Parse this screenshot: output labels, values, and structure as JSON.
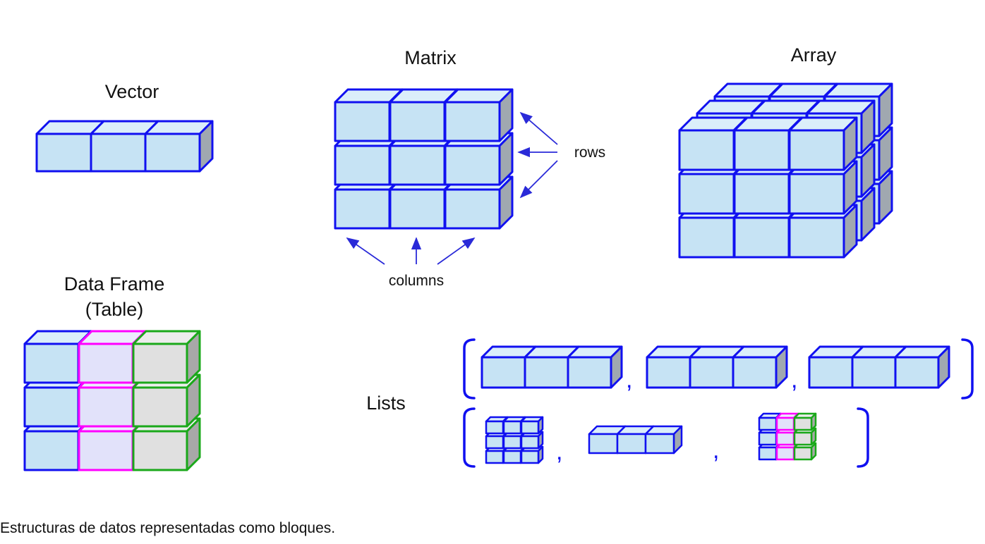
{
  "labels": {
    "vector": "Vector",
    "matrix": "Matrix",
    "array": "Array",
    "data_frame": "Data Frame",
    "table": "(Table)",
    "rows": "rows",
    "columns": "columns",
    "lists": "Lists",
    "comma": ","
  },
  "caption": "Estructuras de datos representadas como bloques.",
  "colors": {
    "blue_stroke": "#1010f0",
    "blue_fill": "#c6e3f4",
    "magenta_stroke": "#ff00ff",
    "magenta_fill": "#e2e2fa",
    "green_stroke": "#1aa81a",
    "green_fill": "#e0e0e0",
    "side_fill": "#a0a8b0",
    "arrow": "#2a2ad8"
  }
}
